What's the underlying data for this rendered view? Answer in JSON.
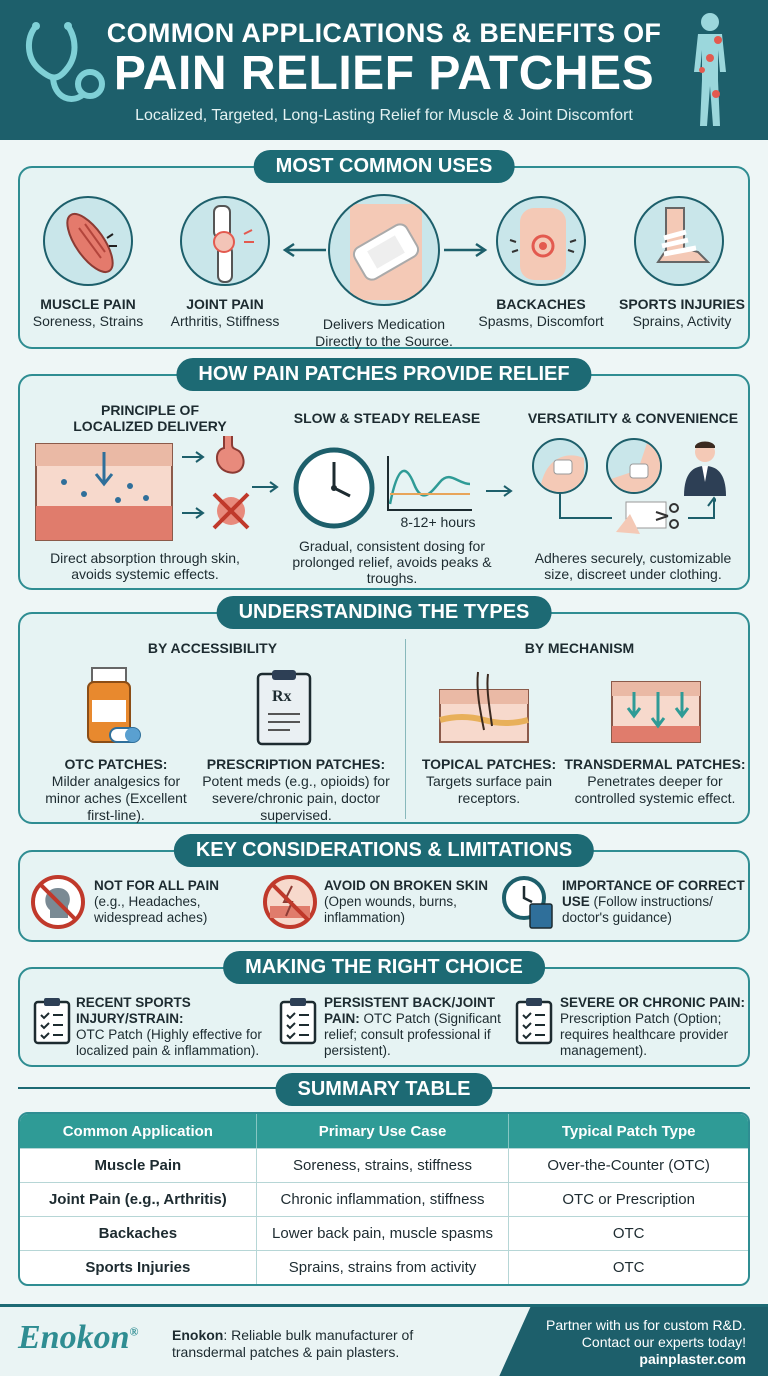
{
  "header": {
    "title_line1": "COMMON APPLICATIONS & BENEFITS OF",
    "title_line2": "PAIN RELIEF PATCHES",
    "subtitle": "Localized, Targeted, Long-Lasting Relief for Muscle & Joint Discomfort"
  },
  "uses": {
    "heading": "MOST COMMON USES",
    "items": [
      {
        "title": "MUSCLE PAIN",
        "desc": "Soreness, Strains"
      },
      {
        "title": "JOINT PAIN",
        "desc": "Arthritis, Stiffness"
      },
      {
        "title": "",
        "desc": "Delivers Medication Directly to the Source."
      },
      {
        "title": "BACKACHES",
        "desc": "Spasms, Discomfort"
      },
      {
        "title": "SPORTS INJURIES",
        "desc": "Sprains, Activity"
      }
    ]
  },
  "how": {
    "heading": "HOW PAIN PATCHES PROVIDE RELIEF",
    "col1_title": "PRINCIPLE OF LOCALIZED DELIVERY",
    "col1_desc": "Direct absorption through skin, avoids systemic effects.",
    "col2_title": "SLOW & STEADY RELEASE",
    "col2_hours": "8-12+ hours",
    "col2_desc": "Gradual, consistent dosing for prolonged relief, avoids peaks & troughs.",
    "col3_title": "VERSATILITY & CONVENIENCE",
    "col3_desc": "Adheres securely, customizable size, discreet under clothing."
  },
  "types": {
    "heading": "UNDERSTANDING THE TYPES",
    "left_title": "BY ACCESSIBILITY",
    "right_title": "BY MECHANISM",
    "items": [
      {
        "title": "OTC PATCHES:",
        "desc": "Milder analgesics for minor aches (Excellent first-line)."
      },
      {
        "title": "PRESCRIPTION PATCHES:",
        "desc": "Potent meds (e.g., opioids) for severe/chronic pain, doctor supervised."
      },
      {
        "title": "TOPICAL PATCHES:",
        "desc": "Targets surface pain receptors."
      },
      {
        "title": "TRANSDERMAL PATCHES:",
        "desc": "Penetrates deeper for controlled systemic effect."
      }
    ],
    "rx_symbol": "Rx"
  },
  "considerations": {
    "heading": "KEY CONSIDERATIONS & LIMITATIONS",
    "items": [
      {
        "title": "NOT FOR ALL PAIN",
        "desc": "(e.g., Headaches, widespread aches)"
      },
      {
        "title": "AVOID ON BROKEN SKIN",
        "desc": "(Open wounds, burns, inflammation)"
      },
      {
        "title": "IMPORTANCE OF CORRECT USE",
        "desc": "(Follow instructions/ doctor's guidance)"
      }
    ]
  },
  "choice": {
    "heading": "MAKING THE RIGHT CHOICE",
    "items": [
      {
        "title": "RECENT SPORTS INJURY/STRAIN:",
        "desc": "OTC Patch (Highly effective for localized pain & inflammation)."
      },
      {
        "title": "PERSISTENT BACK/JOINT PAIN:",
        "desc": "OTC Patch (Significant relief; consult professional if persistent)."
      },
      {
        "title": "SEVERE OR CHRONIC PAIN:",
        "desc": "Prescription Patch (Option; requires healthcare provider management)."
      }
    ]
  },
  "summary": {
    "heading": "SUMMARY TABLE",
    "columns": [
      "Common Application",
      "Primary Use Case",
      "Typical Patch Type"
    ],
    "rows": [
      [
        "Muscle Pain",
        "Soreness, strains, stiffness",
        "Over-the-Counter (OTC)"
      ],
      [
        "Joint Pain (e.g., Arthritis)",
        "Chronic inflammation, stiffness",
        "OTC or Prescription"
      ],
      [
        "Backaches",
        "Lower back pain, muscle spasms",
        "OTC"
      ],
      [
        "Sports Injuries",
        "Sprains, strains from activity",
        "OTC"
      ]
    ]
  },
  "footer": {
    "logo": "Enokon",
    "reg": "®",
    "brand": "Enokon",
    "desc": ": Reliable bulk manufacturer of transdermal patches & pain plasters.",
    "cta_line1": "Partner with us for custom R&D.",
    "cta_line2": "Contact our experts today!",
    "url": "painplaster.com"
  },
  "colors": {
    "primary": "#1d5f6b",
    "accent": "#2f9b96",
    "panel_bg": "#e6f3f3"
  }
}
